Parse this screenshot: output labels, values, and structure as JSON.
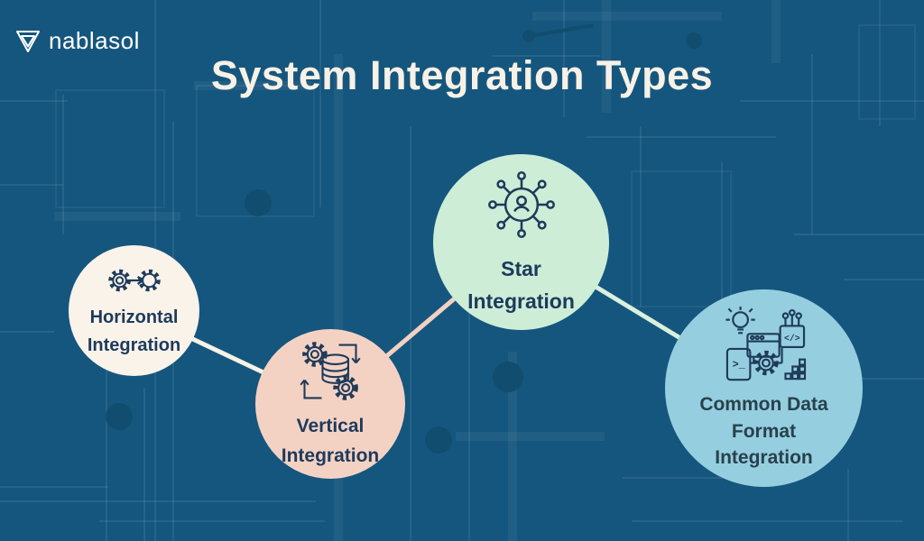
{
  "logo": {
    "text": "nablasol"
  },
  "page": {
    "title": "System Integration Types"
  },
  "colors": {
    "background": "#15567E",
    "title_text": "#F7F1E6",
    "logo_text": "#FFFFFF",
    "icon_stroke": "#1E3B5A"
  },
  "nodes": [
    {
      "label": "Horizontal Integration",
      "icon": "gears-arrow-icon",
      "circle_color": "#FAF3EA",
      "text_color": "#1D3A5C"
    },
    {
      "label": "Vertical Integration",
      "icon": "gears-database-cycle-icon",
      "circle_color": "#F4D2C3",
      "text_color": "#1D3A5C"
    },
    {
      "label": "Star Integration",
      "icon": "hub-spoke-network-icon",
      "circle_color": "#CDEDD7",
      "text_color": "#1D3A5C"
    },
    {
      "label": "Common Data Format Integration",
      "icon": "data-tools-icon",
      "circle_color": "#95CEDF",
      "text_color": "#28414D"
    }
  ],
  "connectors": [
    {
      "from": "horizontal-integration",
      "to": "vertical-integration",
      "color": "#F7F1E6"
    },
    {
      "from": "vertical-integration",
      "to": "star-integration",
      "color": "#F3D1C2"
    },
    {
      "from": "star-integration",
      "to": "common-data-format-integration",
      "color": "#D9F0DC"
    }
  ],
  "icon_glyphs": {
    "code_tag": "</>",
    "terminal_prompt": ">_"
  }
}
